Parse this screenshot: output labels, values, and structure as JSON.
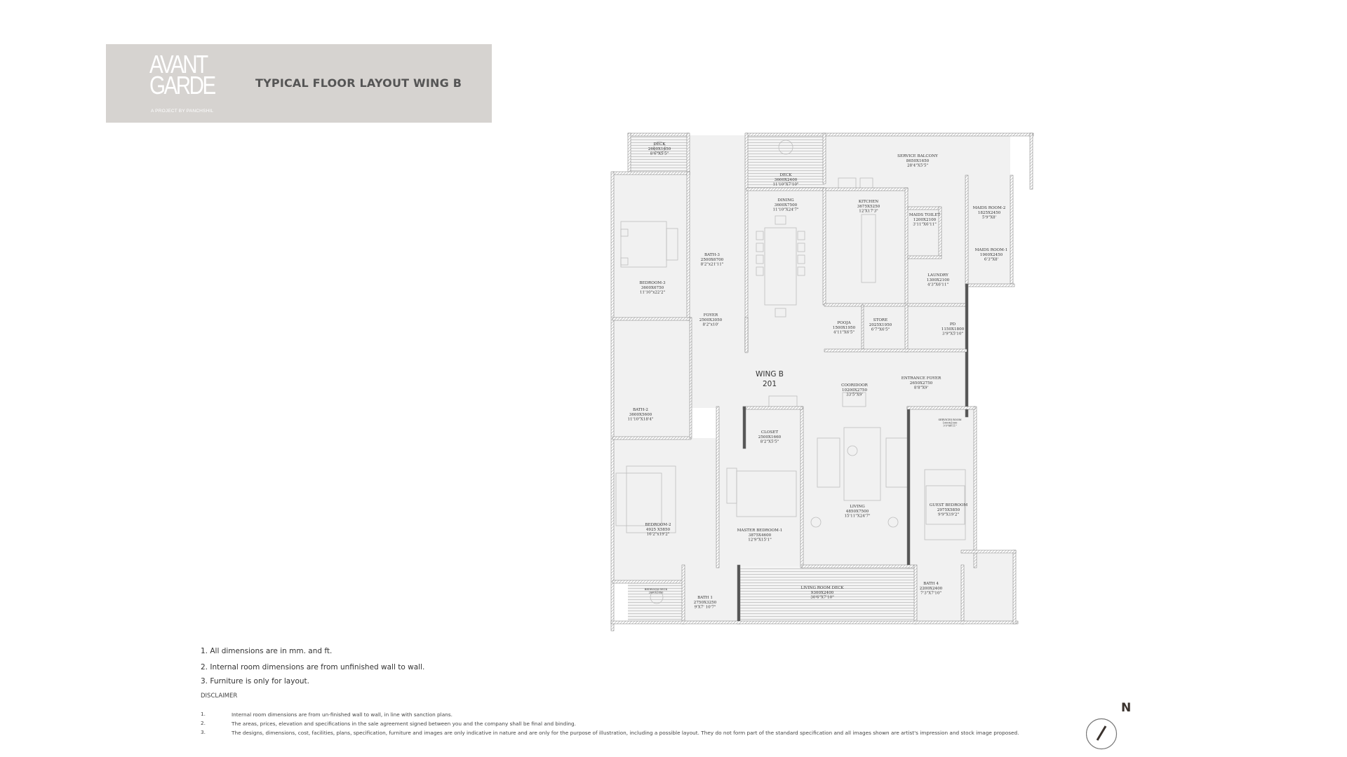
{
  "header": {
    "logo_line1": "AVANT",
    "logo_line2": "GARDE",
    "logo_tagline": "A PROJECT BY PANCHSHIL",
    "title": "TYPICAL FLOOR LAYOUT WING B"
  },
  "plan": {
    "wing_label": "WING B",
    "unit_number": "201",
    "rooms": [
      {
        "name": "DECK",
        "mm": "2600X1650",
        "ft": "8'6\"X5'5\""
      },
      {
        "name": "DECK",
        "mm": "3600X2400",
        "ft": "11'10\"X7'10\""
      },
      {
        "name": "DINING",
        "mm": "3600X7500",
        "ft": "11'10\"X24'7\""
      },
      {
        "name": "BEDROOM-3",
        "mm": "3600X6750",
        "ft": "11'10\"x22'2\""
      },
      {
        "name": "BATH-3",
        "mm": "2500X6700",
        "ft": "8'2\"x21'11\""
      },
      {
        "name": "FOYER",
        "mm": "2500X3050",
        "ft": "8'2\"x10'"
      },
      {
        "name": "SERVICE BALCONY",
        "mm": "8650X1650",
        "ft": "28'4\"X5'5\""
      },
      {
        "name": "KITCHEN",
        "mm": "3675X5250",
        "ft": "12'X17'3\""
      },
      {
        "name": "MAIDS TOILET",
        "mm": "1200X2100",
        "ft": "3'11\"X6'11\""
      },
      {
        "name": "MAIDS ROOM-2",
        "mm": "1825X2450",
        "ft": "5'9\"X8'"
      },
      {
        "name": "MAIDS ROOM-1",
        "mm": "1900X2450",
        "ft": "6'3\"X8'"
      },
      {
        "name": "LAUNDRY",
        "mm": "1300X2100",
        "ft": "4'3\"X6'11\""
      },
      {
        "name": "POOJA",
        "mm": "1500X1950",
        "ft": "4'11\"X6'5\""
      },
      {
        "name": "STORE",
        "mm": "2025X1950",
        "ft": "6'7\"X6'5\""
      },
      {
        "name": "PD",
        "mm": "1150X1800",
        "ft": "3'9\"X5'10\""
      },
      {
        "name": "COORIDOOR",
        "mm": "10200X2750",
        "ft": "33'5\"X9'"
      },
      {
        "name": "ENTRANCE FOYER",
        "mm": "2650X2750",
        "ft": "8'8\"X9'"
      },
      {
        "name": "SERVICES ROOM",
        "mm": "1000X1500",
        "ft": "3'3\"X4'11\""
      },
      {
        "name": "BATH-2",
        "mm": "3600X5600",
        "ft": "11'10\"X18'4\""
      },
      {
        "name": "CLOSET",
        "mm": "2500X1660",
        "ft": "8'2\"X5'5\""
      },
      {
        "name": "BEDROOM-2",
        "mm": "4925 X5850",
        "ft": "16'2\"x19'2\""
      },
      {
        "name": "MASTER BEDROOM-1",
        "mm": "3875X4600",
        "ft": "12'9\"X15'1\""
      },
      {
        "name": "LIVING",
        "mm": "4850X7500",
        "ft": "15'11\"X24'7\""
      },
      {
        "name": "GUEST BEDROOM",
        "mm": "2975X5850",
        "ft": "9'9\"X19'2\""
      },
      {
        "name": "BEDROOM DECK",
        "mm": "2600X1650",
        "ft": ""
      },
      {
        "name": "BATH 1",
        "mm": "2750X3250",
        "ft": "9'X7' 10'7\""
      },
      {
        "name": "LIVING ROOM DECK",
        "mm": "9300X2400",
        "ft": "30'6\"X7'10\""
      },
      {
        "name": "BATH 4",
        "mm": "2200X2400",
        "ft": "7'3\"X7'10\""
      }
    ]
  },
  "notes": [
    "1. All dimensions are in mm. and ft.",
    "2. Internal room dimensions are from unfinished wall to wall.",
    "3. Furniture is only for layout."
  ],
  "disclaimer": {
    "title": "DISCLAIMER",
    "items": [
      {
        "num": "1.",
        "text": "Internal room dimensions are from un-finished wall to wall, in line with sanction plans."
      },
      {
        "num": "2.",
        "text": "The areas, prices, elevation and specifications in the sale agreement signed between you and the company shall be final and binding."
      },
      {
        "num": "3.",
        "text": "The designs, dimensions, cost, facilities, plans, specification, furniture and images are only indicative in nature and are only for the purpose of illustration, including a possible layout. They do not form part of the standard specification and all images shown are artist's impression and stock image proposed."
      }
    ]
  },
  "compass": {
    "label": "N",
    "icon": "north-arrow-icon"
  },
  "colors": {
    "header_bg": "#d6d3d0",
    "title": "#555555",
    "wall": "#8a8a8a",
    "wall_dark": "#555555",
    "floor": "#f1f1f1"
  }
}
